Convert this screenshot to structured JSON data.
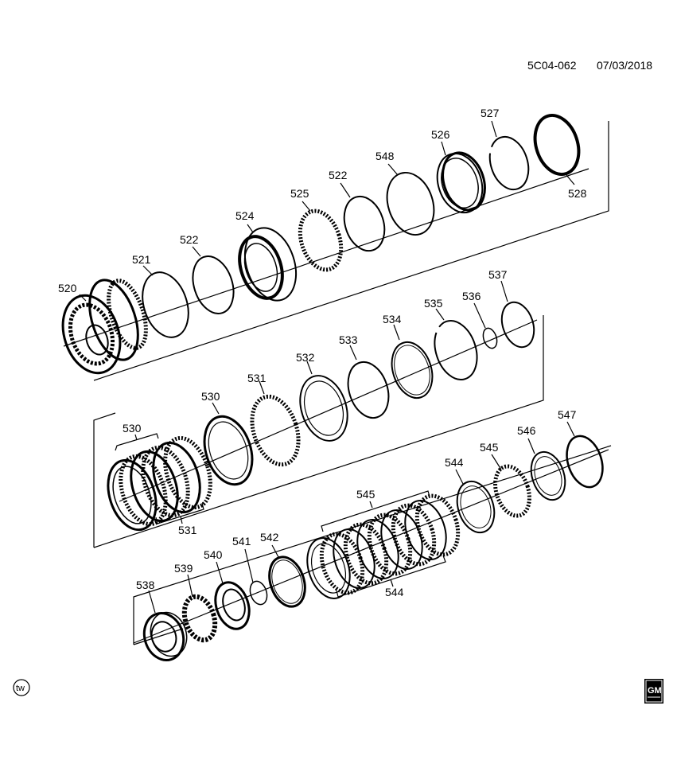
{
  "header": {
    "code": "5C04-062",
    "date": "07/03/2018"
  },
  "labels": {
    "p520": "520",
    "p521": "521",
    "p522a": "522",
    "p524": "524",
    "p525": "525",
    "p522b": "522",
    "p548": "548",
    "p526": "526",
    "p527": "527",
    "p528": "528",
    "p530a": "530",
    "p530b": "530",
    "p531a": "531",
    "p531b": "531",
    "p532": "532",
    "p533": "533",
    "p534": "534",
    "p535": "535",
    "p536": "536",
    "p537": "537",
    "p538": "538",
    "p539": "539",
    "p540": "540",
    "p541": "541",
    "p542": "542",
    "p545a": "545",
    "p544a": "544",
    "p544b": "544",
    "p545b": "545",
    "p546": "546",
    "p547": "547"
  },
  "logos": {
    "tw": "tw",
    "gm": "GM"
  },
  "colors": {
    "ink": "#000000",
    "background": "#ffffff"
  }
}
